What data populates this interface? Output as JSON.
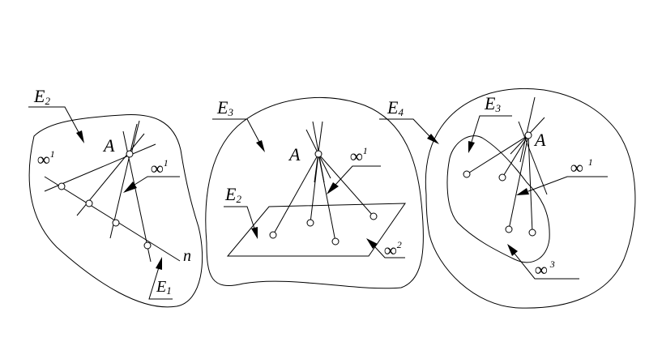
{
  "figures": [
    {
      "labels": {
        "region": "E",
        "region_sub": "2",
        "point": "A",
        "inf_left": "∞",
        "inf_left_sup": "1",
        "inf_right": "∞",
        "inf_right_sup": "1",
        "line": "n",
        "inner": "E",
        "inner_sub": "1"
      }
    },
    {
      "labels": {
        "region": "E",
        "region_sub": "3",
        "point": "A",
        "inf_top": "∞",
        "inf_top_sup": "1",
        "plane": "E",
        "plane_sub": "2",
        "inf_bottom": "∞",
        "inf_bottom_sup": "2"
      }
    },
    {
      "labels": {
        "outer": "E",
        "outer_sub": "4",
        "region": "E",
        "region_sub": "3",
        "point": "A",
        "inf_right": "∞",
        "inf_right_sup": "1",
        "inf_bottom": "∞",
        "inf_bottom_sup": "3"
      }
    }
  ]
}
